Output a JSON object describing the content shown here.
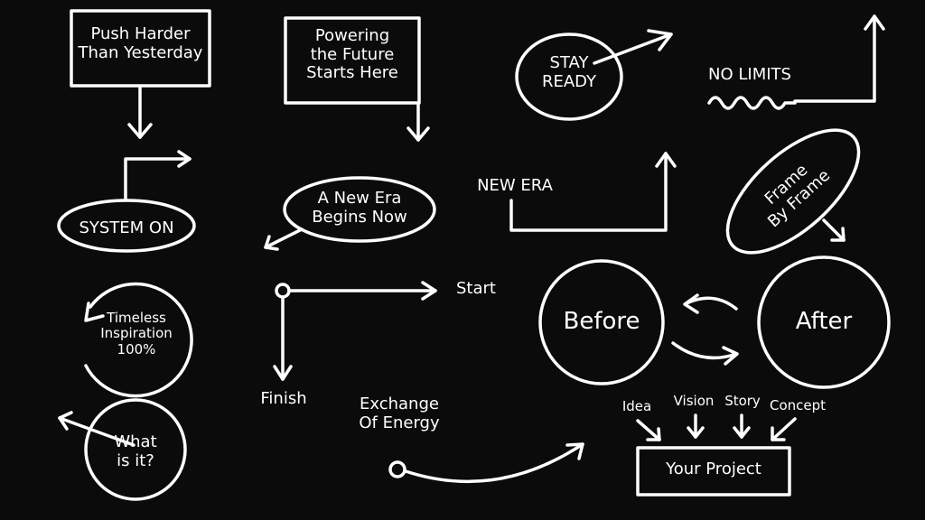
{
  "colors": {
    "background": "#0b0b0b",
    "ink": "#ffffff"
  },
  "nodes": {
    "push_harder": [
      "Push Harder",
      "Than Yesterday"
    ],
    "powering_future": [
      "Powering",
      "the Future",
      "Starts Here"
    ],
    "stay_ready": [
      "STAY",
      "READY"
    ],
    "no_limits": "NO LIMITS",
    "system_on": "SYSTEM ON",
    "new_era_begins": [
      "A New Era",
      "Begins Now"
    ],
    "new_era": "NEW ERA",
    "frame_by_frame": [
      "Frame",
      "By Frame"
    ],
    "start": "Start",
    "finish": "Finish",
    "timeless": [
      "Timeless",
      "Inspiration",
      "100%"
    ],
    "before": "Before",
    "after": "After",
    "what_is_it": [
      "What",
      "is it?"
    ],
    "exchange_energy": [
      "Exchange",
      "Of Energy"
    ],
    "idea": "Idea",
    "vision": "Vision",
    "story": "Story",
    "concept": "Concept",
    "your_project": "Your Project"
  }
}
